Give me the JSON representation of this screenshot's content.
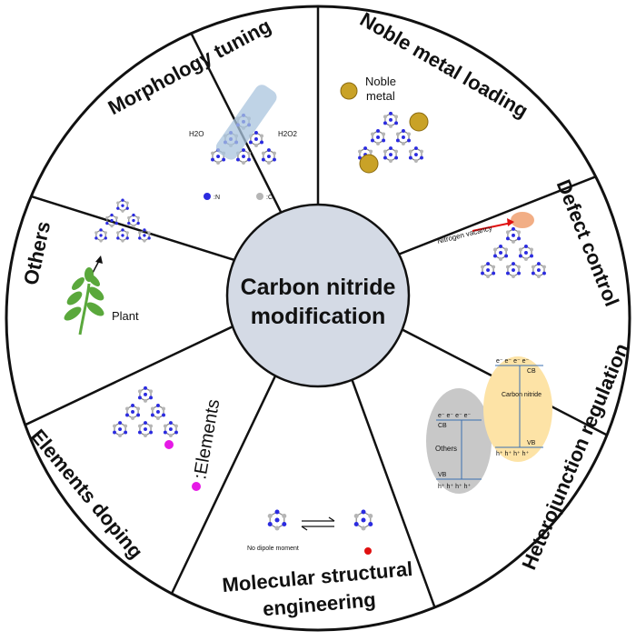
{
  "center": {
    "line1": "Carbon nitride",
    "line2": "modification"
  },
  "sectors": {
    "morphology": {
      "title": "Morphology tuning",
      "h2o": "H2O",
      "h2o2": "H2O2",
      "legend_n": ":N",
      "legend_c": ":C"
    },
    "noble": {
      "title": "Noble metal loading",
      "label1": "Noble",
      "label2": "metal"
    },
    "defect": {
      "title": "Defect control",
      "vacancy": "Nitrogen vacancy"
    },
    "hetero": {
      "title": "Heterojunction regulation",
      "others": "Others",
      "carbon_nitride": "Carbon nitride",
      "cb": "CB",
      "vb": "VB",
      "electrons": "e⁻ e⁻  e⁻  e⁻",
      "holes": "h⁺ h⁺  h⁺  h⁺"
    },
    "molecular": {
      "title_line1": "Molecular structural",
      "title_line2": "engineering",
      "no_dipole": "No dipole moment"
    },
    "elements": {
      "title": "Elements doping",
      "legend": ":Elements"
    },
    "others": {
      "title": "Others",
      "plant": "Plant"
    }
  },
  "colors": {
    "nitrogen": "#2b2be0",
    "carbon": "#b5b5b5",
    "center_fill": "#d4dae5",
    "element": "#e619e6",
    "noble": "#c9a227",
    "hetero_left": "#c8c8c8",
    "hetero_right": "#fde3a6",
    "leaf": "#5aa83c",
    "vacancy": "#f0a070"
  }
}
